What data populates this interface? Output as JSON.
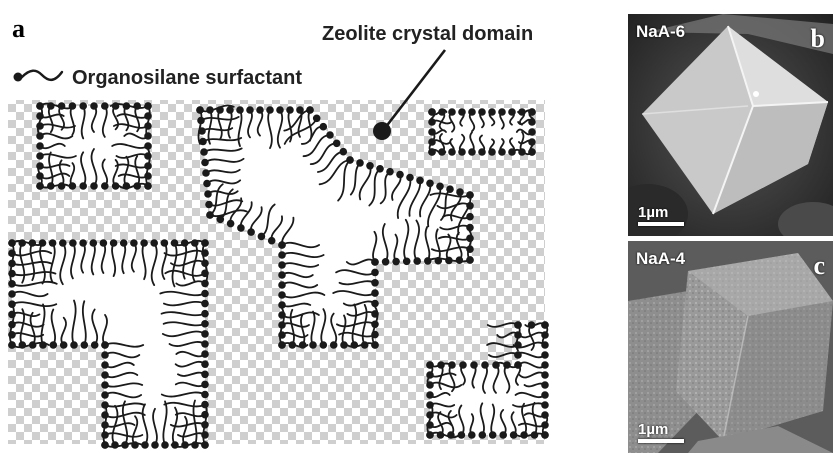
{
  "panel_a": {
    "letter": "a",
    "legend_label": "Organosilane surfactant",
    "callout_label": "Zeolite crystal domain"
  },
  "panel_b": {
    "letter": "b",
    "sample_label": "NaA-6",
    "scale_label": "1µm"
  },
  "panel_c": {
    "letter": "c",
    "sample_label": "NaA-4",
    "scale_label": "1µm"
  },
  "colors": {
    "ink": "#1a1a1a",
    "checker_light": "#ffffff",
    "checker_dark": "#cfcfcf",
    "sem_dark": "#3a3a3a"
  }
}
